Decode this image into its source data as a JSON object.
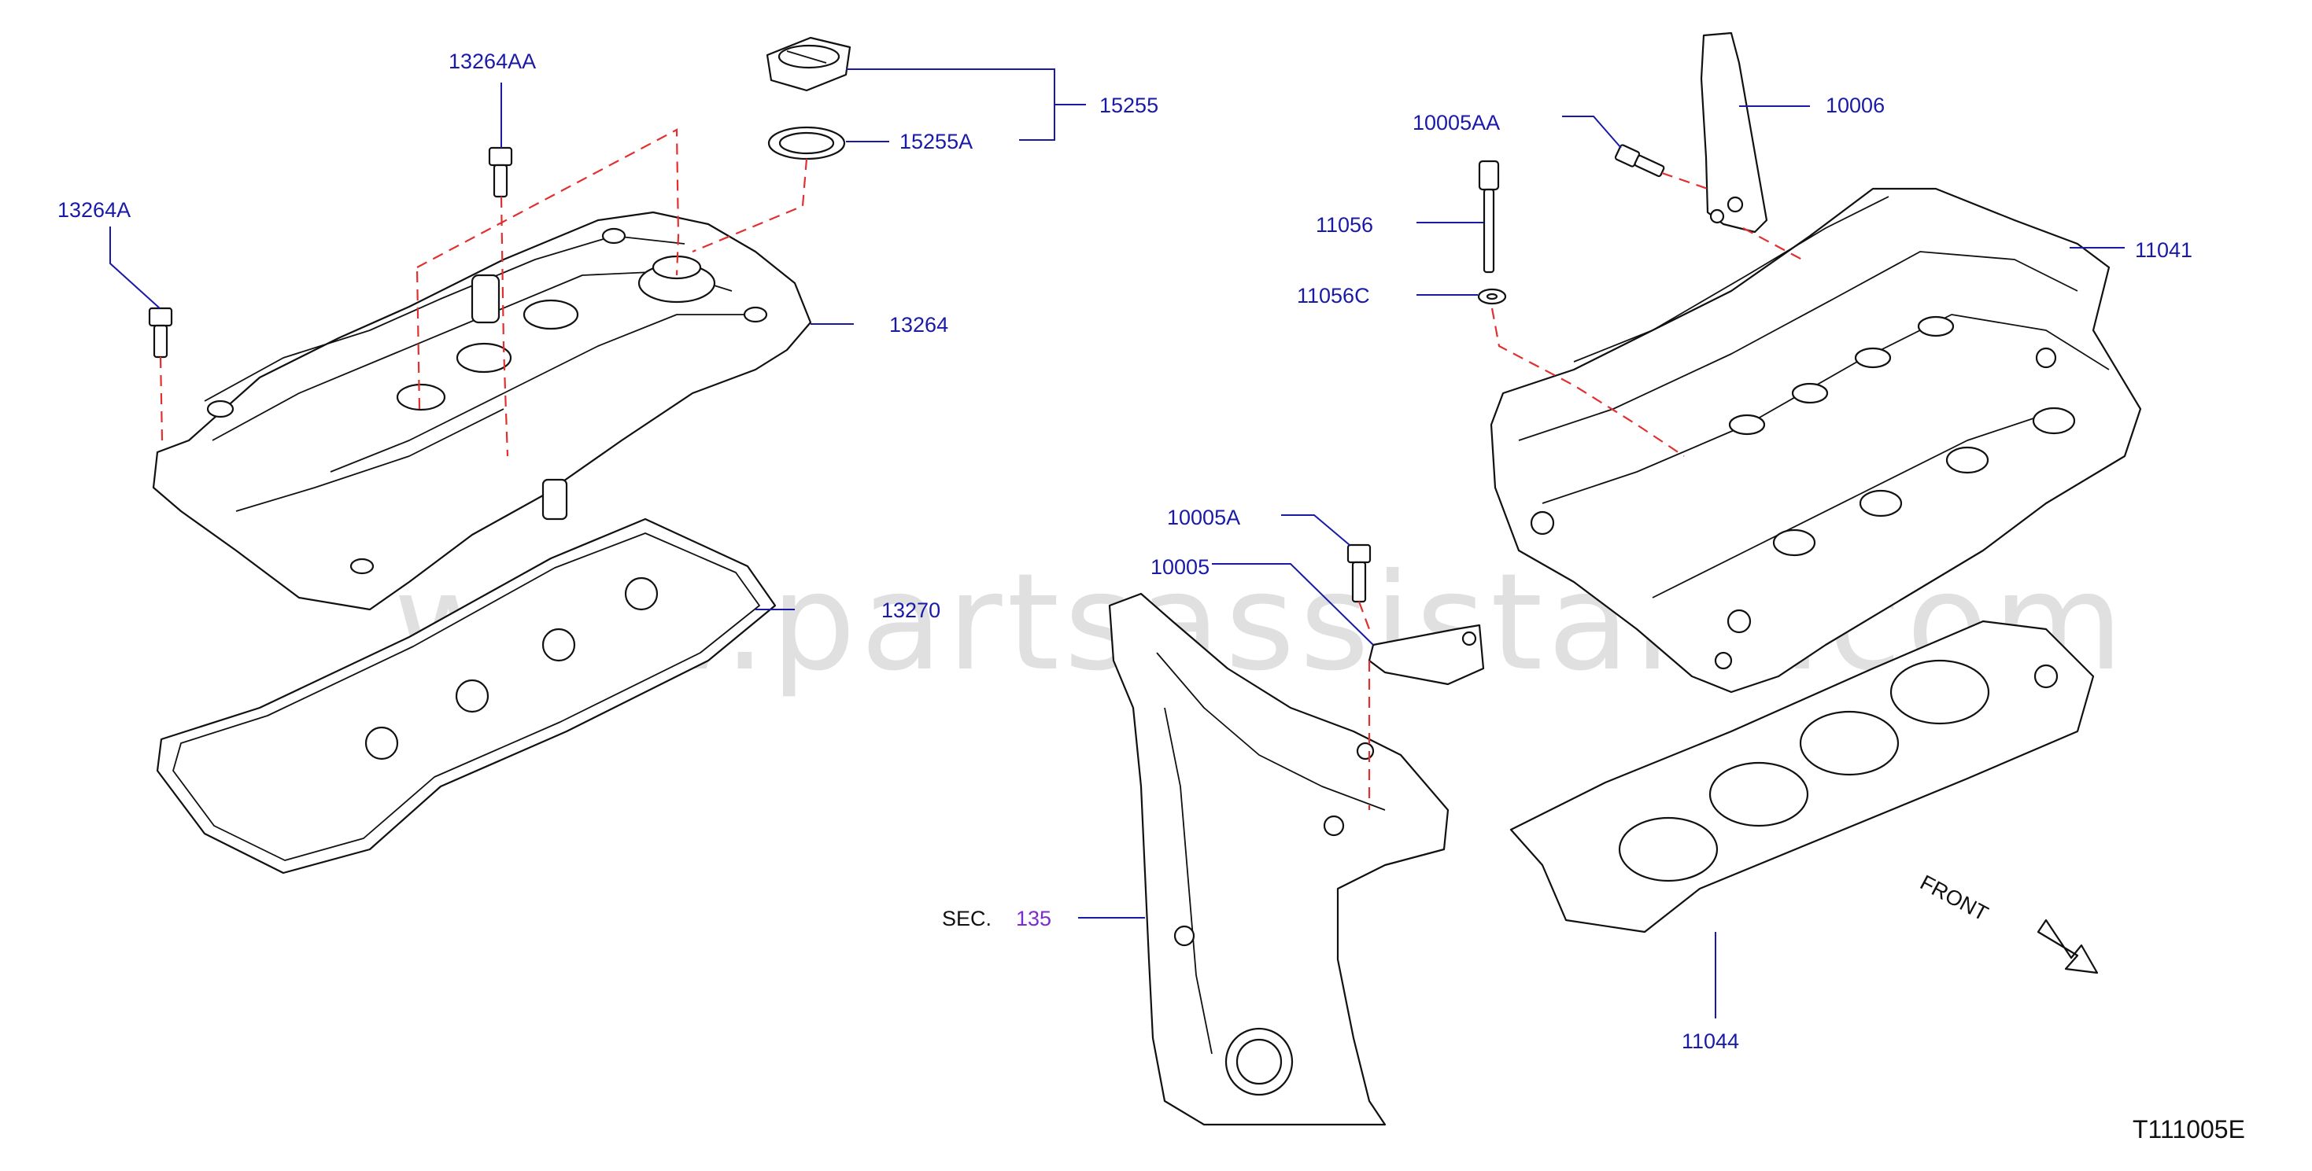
{
  "watermark": "www.partsassistant.com",
  "diagram_code": "T111005E",
  "front_label": "FRONT",
  "sec_label": "SEC.",
  "sec_number": "135",
  "callouts": {
    "p13264AA": "13264AA",
    "p13264A": "13264A",
    "p13264": "13264",
    "p15255": "15255",
    "p15255A": "15255A",
    "p13270": "13270",
    "p10005AA": "10005AA",
    "p10006": "10006",
    "p11056": "11056",
    "p11056C": "11056C",
    "p11041": "11041",
    "p10005A": "10005A",
    "p10005": "10005",
    "p11044": "11044"
  },
  "colors": {
    "callout_text": "#1a1aa8",
    "dashed_line": "#e03030",
    "sec_number": "#7a2ccf"
  }
}
